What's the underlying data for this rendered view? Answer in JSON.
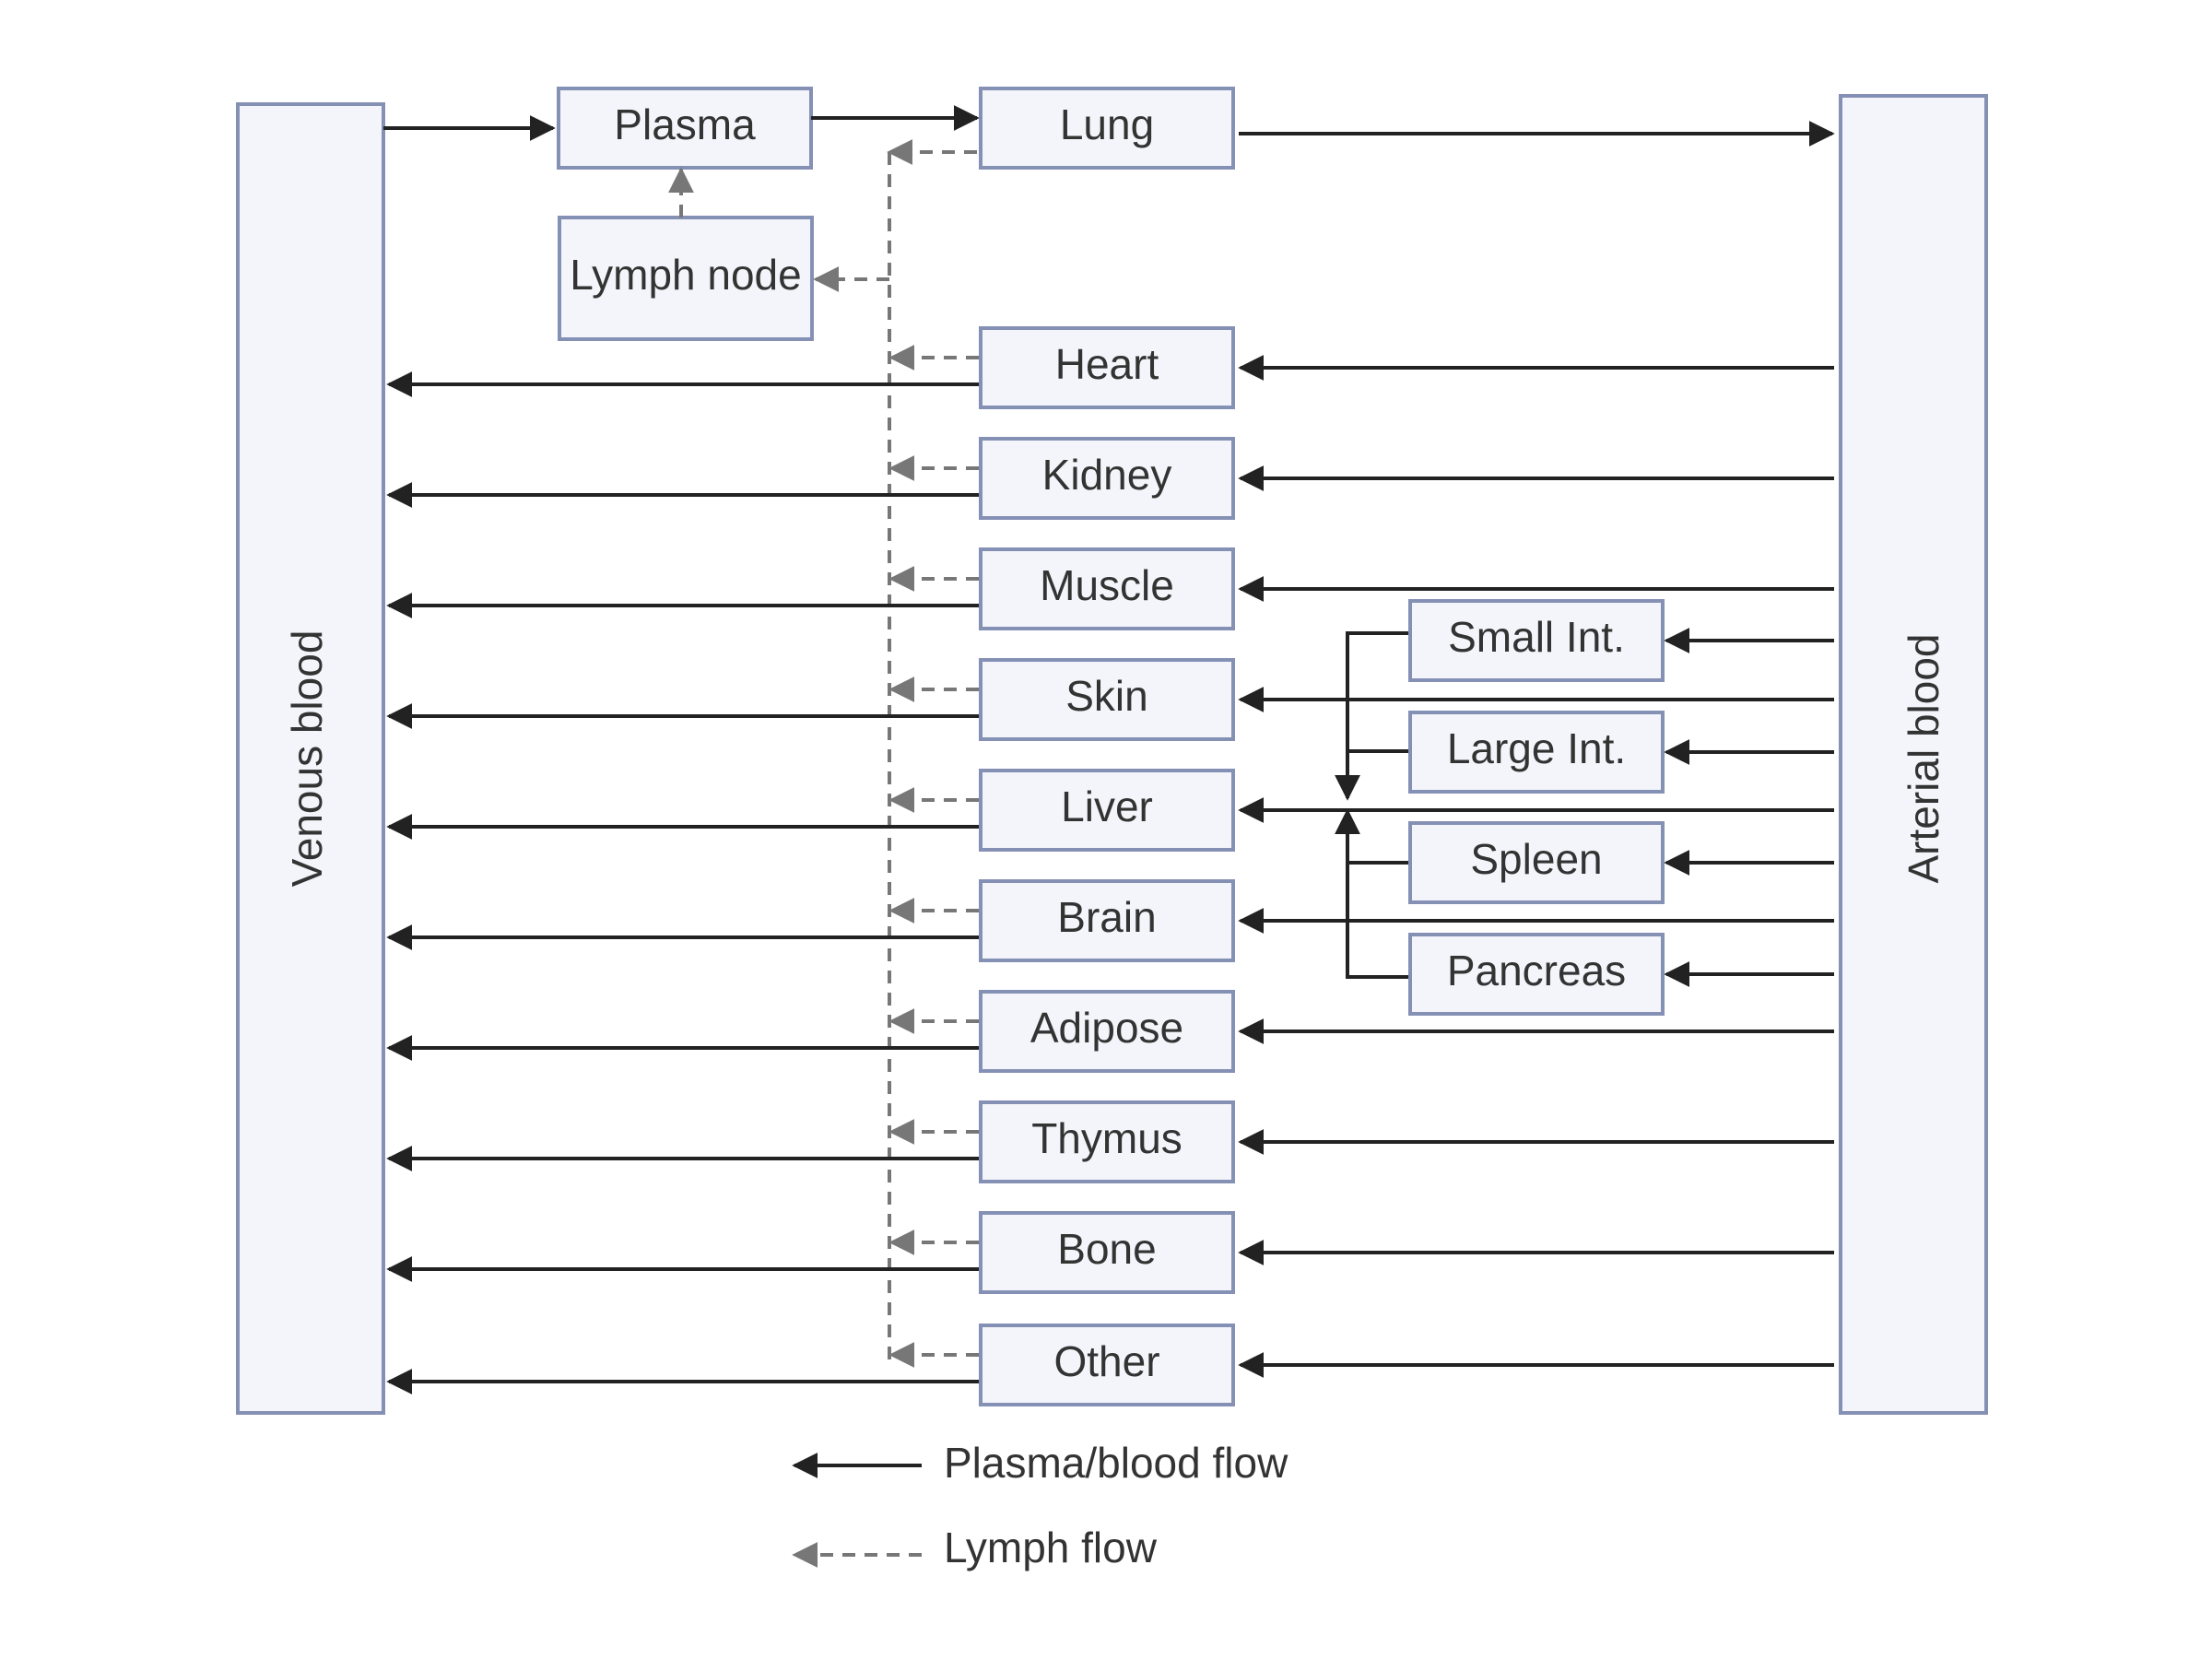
{
  "colors": {
    "box_fill": "#f3f5fa",
    "box_stroke": "#8590b5",
    "blood_flow": "#222222",
    "lymph_flow": "#777777",
    "text": "#333333"
  },
  "venous_label": "Venous blood",
  "arterial_label": "Arterial blood",
  "top": {
    "plasma": "Plasma",
    "lung": "Lung",
    "lymph_node": "Lymph node"
  },
  "organs": [
    "Heart",
    "Kidney",
    "Muscle",
    "Skin",
    "Liver",
    "Brain",
    "Adipose",
    "Thymus",
    "Bone",
    "Other"
  ],
  "splanchnic": [
    "Small Int.",
    "Large Int.",
    "Spleen",
    "Pancreas"
  ],
  "legend": {
    "blood": "Plasma/blood flow",
    "lymph": "Lymph flow"
  }
}
